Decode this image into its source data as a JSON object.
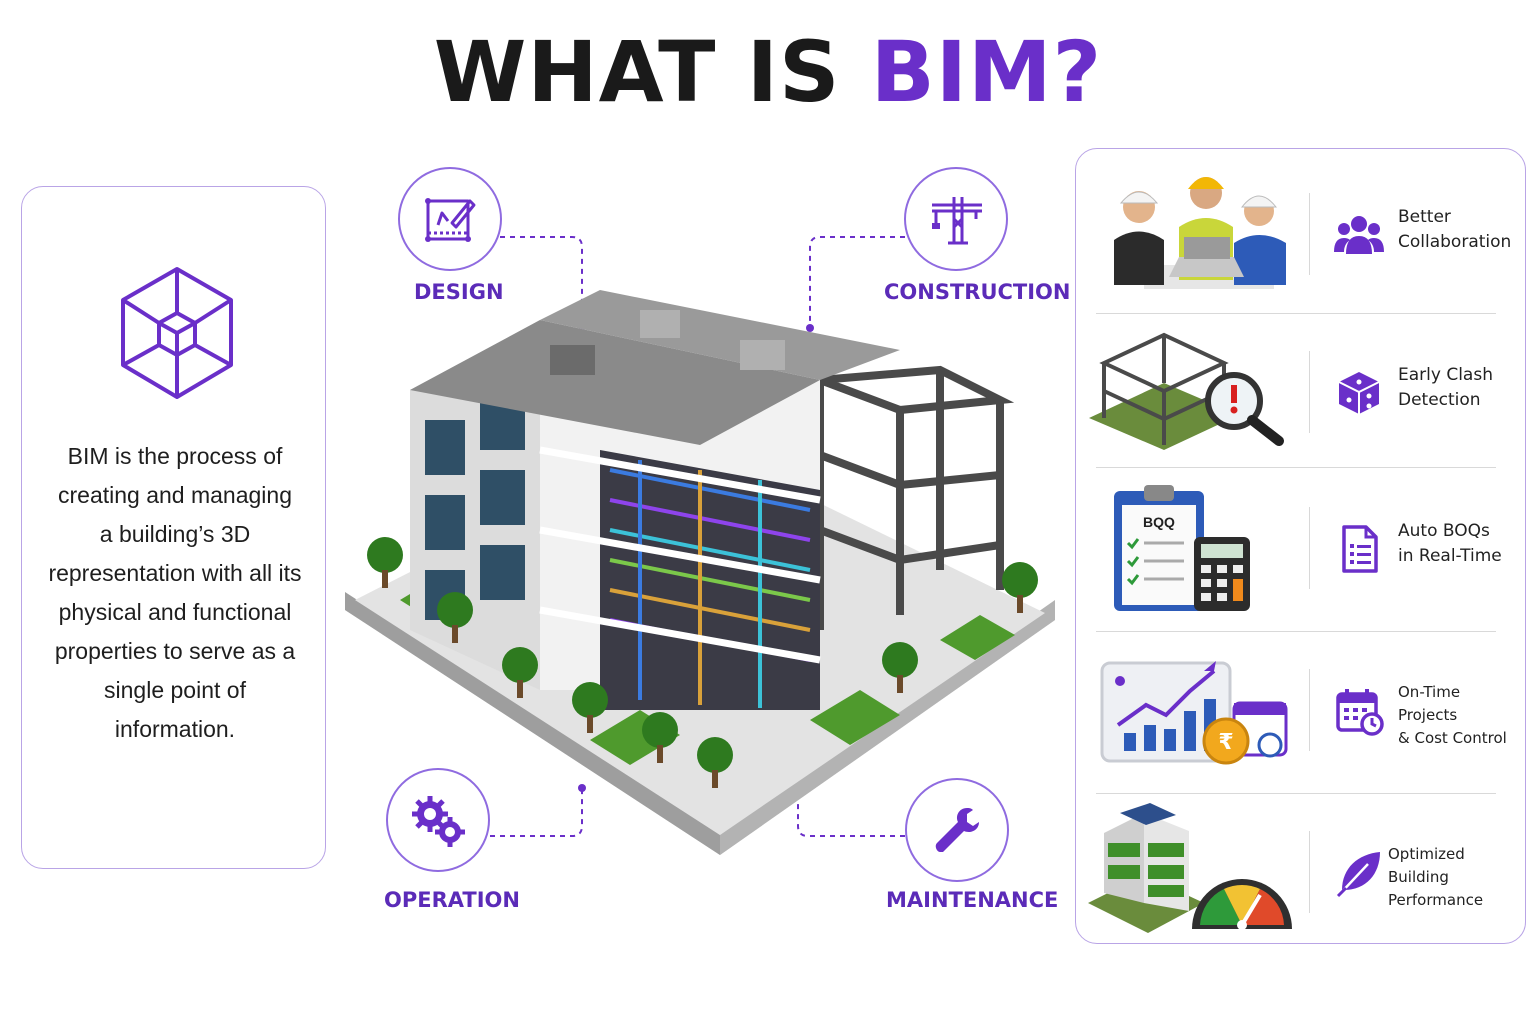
{
  "title": {
    "prefix": "WHAT IS ",
    "accent": "BIM?"
  },
  "definition": {
    "lines": [
      "BIM is the process of",
      "creating and managing",
      "a building’s 3D",
      "representation with all its",
      "physical and functional",
      "properties to serve as a",
      "single point of",
      "information."
    ]
  },
  "stages": {
    "design": "DESIGN",
    "construction": "CONSTRUCTION",
    "operation": "OPERATION",
    "maintenance": "MAINTENANCE"
  },
  "benefits": [
    {
      "line1": "Better",
      "line2": "Collaboration",
      "icon": "team-icon"
    },
    {
      "line1": "Early Clash",
      "line2": "Detection",
      "icon": "cube-icon"
    },
    {
      "line1": "Auto BOQs",
      "line2": "in Real-Time",
      "icon": "document-icon"
    },
    {
      "line1": "On-Time Projects",
      "line2": "& Cost Control",
      "icon": "calendar-icon"
    },
    {
      "line1": "Optimized Building",
      "line2": "Performance",
      "icon": "leaf-icon"
    }
  ],
  "illustration": {
    "boq_label": "BQQ",
    "currency_symbol": "₹"
  },
  "colors": {
    "accent": "#6a2fc9",
    "label": "#5b2bb8",
    "border": "#b9a4e6"
  }
}
